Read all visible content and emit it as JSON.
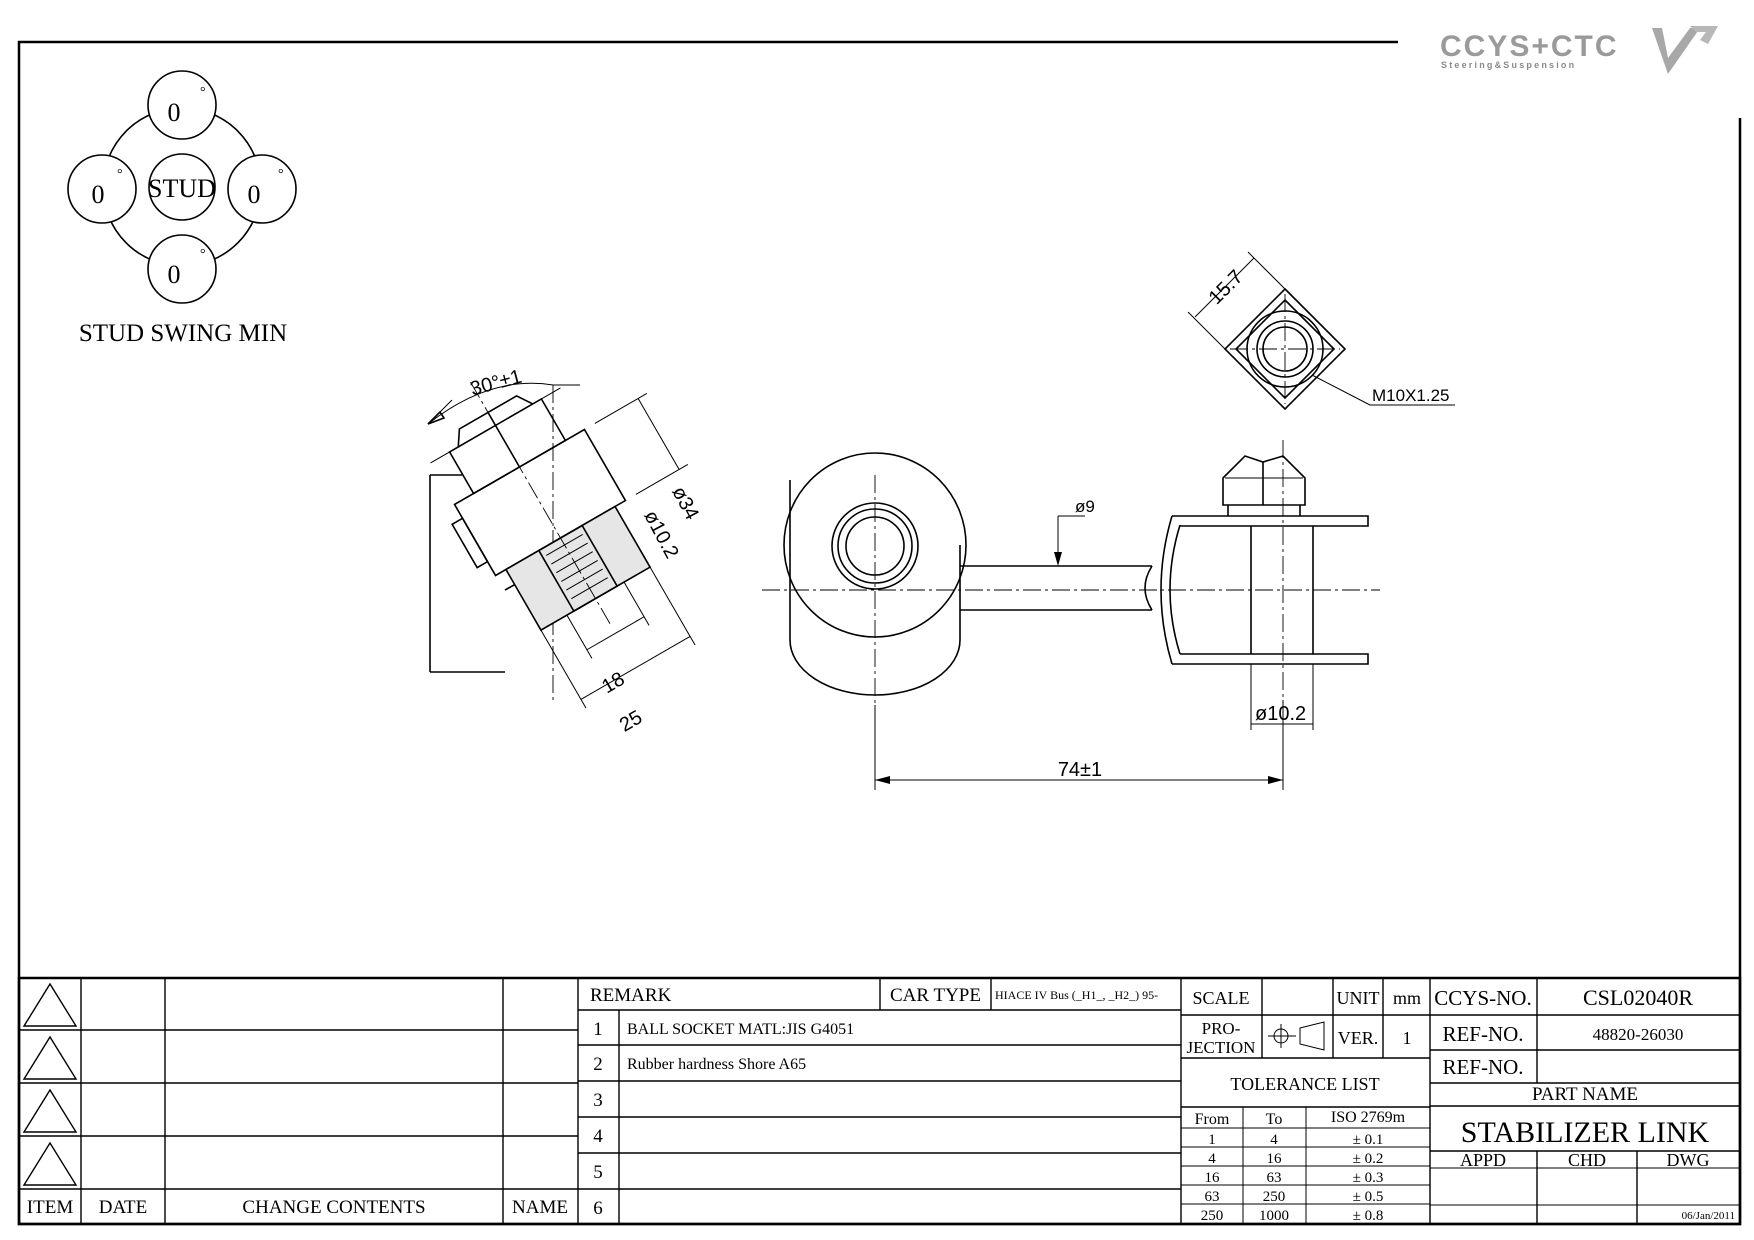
{
  "logo": {
    "name": "CCYS+CTC",
    "tagline": "Steering&Suspension"
  },
  "stud_swing": {
    "center_label": "STUD",
    "angles": [
      "0",
      "0",
      "0",
      "0"
    ],
    "degree_symbol": "°",
    "caption": "STUD SWING MIN"
  },
  "dimensions": {
    "angle": "30°±1",
    "dia_34": "ø34",
    "dia_10_2_left": "ø10.2",
    "len_18": "18",
    "len_25": "25",
    "dia_9": "ø9",
    "hex_15_7": "15.7",
    "thread": "M10X1.25",
    "dia_10_2_right": "ø10.2",
    "center_74": "74±1"
  },
  "revision_table": {
    "headers": [
      "ITEM",
      "DATE",
      "CHANGE CONTENTS",
      "NAME"
    ]
  },
  "remarks": {
    "label": "REMARK",
    "car_type_label": "CAR TYPE",
    "car_type_value": "HIACE IV Bus (_H1_, _H2_) 95-",
    "items": [
      {
        "no": "1",
        "text": "BALL SOCKET MATL:JIS G4051"
      },
      {
        "no": "2",
        "text": "Rubber hardness Shore A65"
      },
      {
        "no": "3",
        "text": ""
      },
      {
        "no": "4",
        "text": ""
      },
      {
        "no": "5",
        "text": ""
      },
      {
        "no": "6",
        "text": ""
      }
    ]
  },
  "scale": {
    "label": "SCALE",
    "value": ""
  },
  "unit": {
    "label": "UNIT",
    "value": "mm"
  },
  "projection": {
    "label_1": "PRO-",
    "label_2": "JECTION"
  },
  "version": {
    "label": "VER.",
    "value": "1"
  },
  "tolerance": {
    "title": "TOLERANCE LIST",
    "headers": [
      "From",
      "To",
      "ISO 2769m"
    ],
    "rows": [
      [
        "1",
        "4",
        "± 0.1"
      ],
      [
        "4",
        "16",
        "± 0.2"
      ],
      [
        "16",
        "63",
        "± 0.3"
      ],
      [
        "63",
        "250",
        "± 0.5"
      ],
      [
        "250",
        "1000",
        "± 0.8"
      ]
    ]
  },
  "title_block": {
    "ccys_no_label": "CCYS-NO.",
    "ccys_no": "CSL02040R",
    "ref_no_label_1": "REF-NO.",
    "ref_no_1": "48820-26030",
    "ref_no_label_2": "REF-NO.",
    "ref_no_2": "",
    "part_name_label": "PART NAME",
    "part_name": "STABILIZER LINK",
    "appd": "APPD",
    "chd": "CHD",
    "dwg": "DWG",
    "date": "06/Jan/2011"
  }
}
